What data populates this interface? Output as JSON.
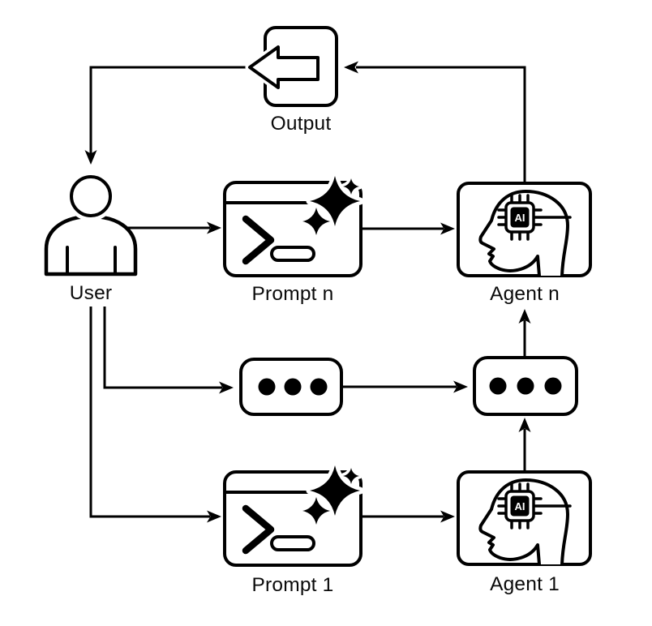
{
  "diagram": {
    "title": "multi-agent prompt loop diagram",
    "colors": {
      "background": "#ffffff",
      "line": "#000000",
      "text": "#0a0a0a"
    },
    "labels": {
      "output": "Output",
      "user": "User",
      "prompt_n": "Prompt n",
      "agent_n": "Agent n",
      "prompt_1": "Prompt 1",
      "agent_1": "Agent 1",
      "ai_chip": "AI"
    },
    "connections": [
      "user -> prompt_n",
      "prompt_n -> agent_n",
      "agent_n -> output",
      "output -> user",
      "user -> ellipsis_1",
      "user -> prompt_1",
      "ellipsis_1 -> ellipsis_n",
      "prompt_1 -> agent_1",
      "agent_1 -> ellipsis_n",
      "ellipsis_n -> agent_n"
    ]
  }
}
